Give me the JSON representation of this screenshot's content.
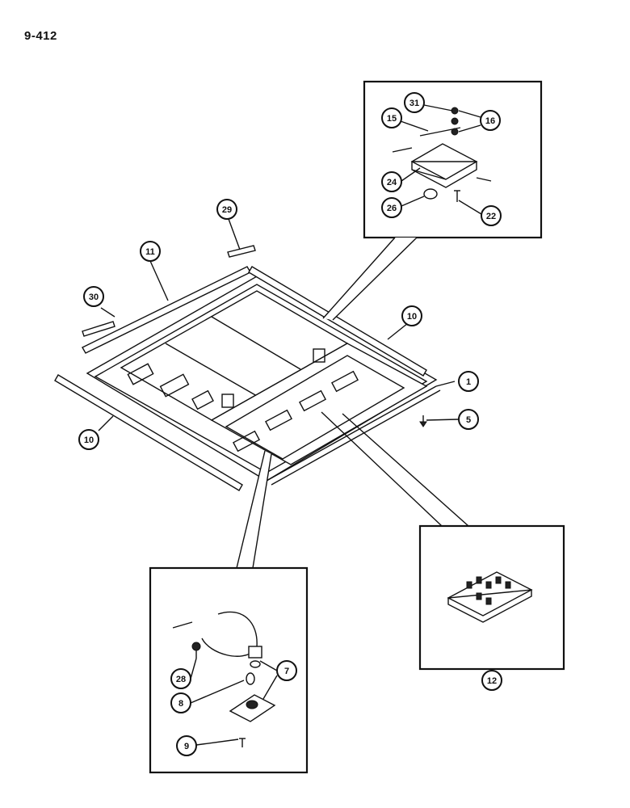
{
  "page_number": "9-412",
  "callouts": {
    "c1": "1",
    "c5": "5",
    "c7": "7",
    "c8": "8",
    "c9": "9",
    "c10a": "10",
    "c10b": "10",
    "c11": "11",
    "c12": "12",
    "c15": "15",
    "c16": "16",
    "c22": "22",
    "c24": "24",
    "c26": "26",
    "c28": "28",
    "c29": "29",
    "c30": "30",
    "c31": "31"
  }
}
